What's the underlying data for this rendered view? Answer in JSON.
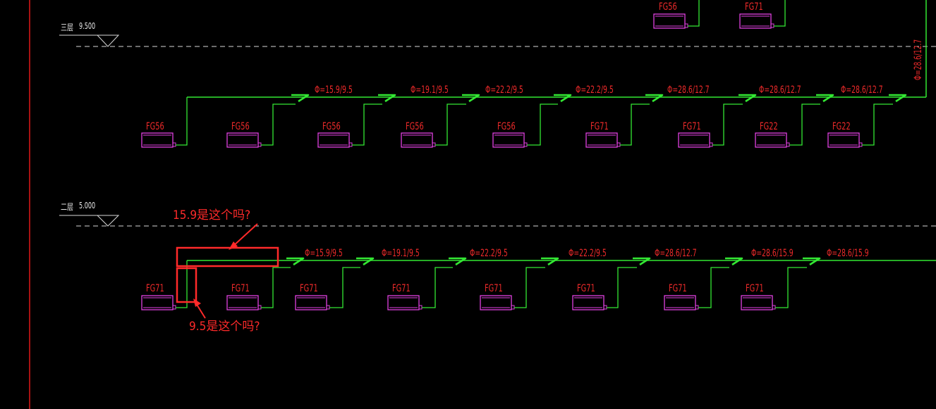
{
  "colors": {
    "background": "#000000",
    "pipe": "#33e833",
    "unit": "#e040e0",
    "label": "#ee2a2a",
    "level_line": "#d8d8d8",
    "annotation": "#ff2a2a",
    "border": "#e01818"
  },
  "levels": [
    {
      "name": "三层",
      "elevation": "9.500"
    },
    {
      "name": "二层",
      "elevation": "5.000"
    }
  ],
  "top_partial_units": [
    "FG56",
    "FG71"
  ],
  "riser_label": "Φ=28.6/12.7",
  "rows": [
    {
      "pipe_labels": [
        "Φ=15.9/9.5",
        "Φ=19.1/9.5",
        "Φ=22.2/9.5",
        "Φ=22.2/9.5",
        "Φ=28.6/12.7",
        "Φ=28.6/12.7",
        "Φ=28.6/12.7"
      ],
      "units": [
        "FG56",
        "FG56",
        "FG56",
        "FG56",
        "FG56",
        "FG71",
        "FG71",
        "FG22",
        "FG22"
      ]
    },
    {
      "pipe_labels": [
        "Φ=15.9/9.5",
        "Φ=19.1/9.5",
        "Φ=22.2/9.5",
        "Φ=22.2/9.5",
        "Φ=28.6/12.7",
        "Φ=28.6/15.9",
        "Φ=28.6/15.9"
      ],
      "units": [
        "FG71",
        "FG71",
        "FG71",
        "FG71",
        "FG71",
        "FG71",
        "FG71",
        "FG71"
      ]
    }
  ],
  "annotations": [
    {
      "text": "15.9是这个吗?"
    },
    {
      "text": "9.5是这个吗?"
    }
  ]
}
